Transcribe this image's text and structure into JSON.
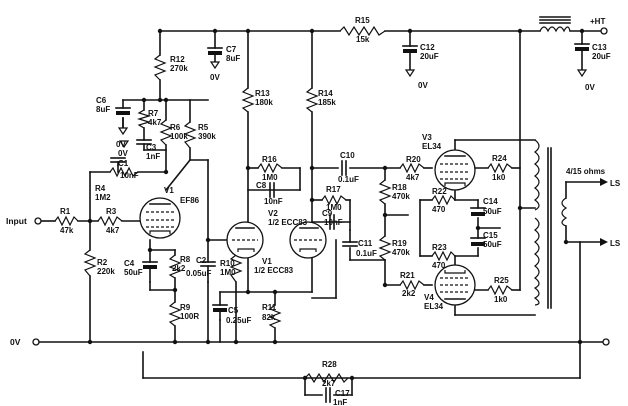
{
  "labels": {
    "ht": "+HT",
    "r15_ref": "R15",
    "r15_val": "15k",
    "c12_ref": "C12",
    "c12_val": "20uF",
    "c13_ref": "C13",
    "c13_val": "20uF",
    "c12_gnd": "0V",
    "c13_gnd": "0V",
    "r12_ref": "R12",
    "r12_val": "270k",
    "c7_ref": "C7",
    "c7_val": "8uF",
    "c7_gnd": "0V",
    "r13_ref": "R13",
    "r13_val": "180k",
    "r14_ref": "R14",
    "r14_val": "185k",
    "c6_ref": "C6",
    "c6_val": "8uF",
    "c6_gnd": "0V",
    "r7_ref": "R7",
    "r7_val": "4k7",
    "r6_ref": "R6",
    "r6_val": "100k",
    "r5_ref": "R5",
    "r5_val": "390k",
    "c3_ref": "C3",
    "c3_val": "1nF",
    "c3_gnd": "0V",
    "c1_ref": "C1",
    "c1_val": "10nF",
    "r4_ref": "R4",
    "r4_val": "1M2",
    "input": "Input",
    "r1_ref": "R1",
    "r1_val": "47k",
    "r3_ref": "R3",
    "r3_val": "4k7",
    "v1a_ref": "V1",
    "v1a_type": "EF86",
    "r2_ref": "R2",
    "r2_val": "220k",
    "c4_ref": "C4",
    "c4_val": "50uF",
    "r8_ref": "R8",
    "r8_val": "2k2",
    "c2_ref": "C2",
    "c2_val": "0.05uF",
    "r9_ref": "R9",
    "r9_val": "100R",
    "r10_ref": "R10",
    "r10_val": "1M0",
    "c5_ref": "C5",
    "c5_val": "0.25uF",
    "r16_ref": "R16",
    "r16_val": "1M0",
    "c8_ref": "C8",
    "c8_val": "10nF",
    "v1b_ref": "V1",
    "v1b_type": "1/2 ECC83",
    "v2_ref": "V2",
    "v2_type": "1/2 ECC83",
    "r11_ref": "R11",
    "r11_val": "82k",
    "r17_ref": "R17",
    "r17_val": "1M0",
    "c9_ref": "C9",
    "c9_val": "10nF",
    "c10_ref": "C10",
    "c10_val": "0.1uF",
    "c11_ref": "C11",
    "c11_val": "0.1uF",
    "r20_ref": "R20",
    "r20_val": "4k7",
    "r18_ref": "R18",
    "r18_val": "470k",
    "r19_ref": "R19",
    "r19_val": "470k",
    "r21_ref": "R21",
    "r21_val": "2k2",
    "r22_ref": "R22",
    "r22_val": "470",
    "r23_ref": "R23",
    "r23_val": "470",
    "c14_ref": "C14",
    "c14_val": "50uF",
    "c15_ref": "C15",
    "c15_val": "50uF",
    "v3_ref": "V3",
    "v3_type": "EL34",
    "v4_ref": "V4",
    "v4_type": "EL34",
    "r24_ref": "R24",
    "r24_val": "1k0",
    "r25_ref": "R25",
    "r25_val": "1k0",
    "impedance": "4/15 ohms",
    "ls1": "LS",
    "ls2": "LS",
    "zero_v_left": "0V",
    "r28_ref": "R28",
    "r28_val": "2k7",
    "c17_ref": "C17",
    "c17_val": "1nF"
  }
}
